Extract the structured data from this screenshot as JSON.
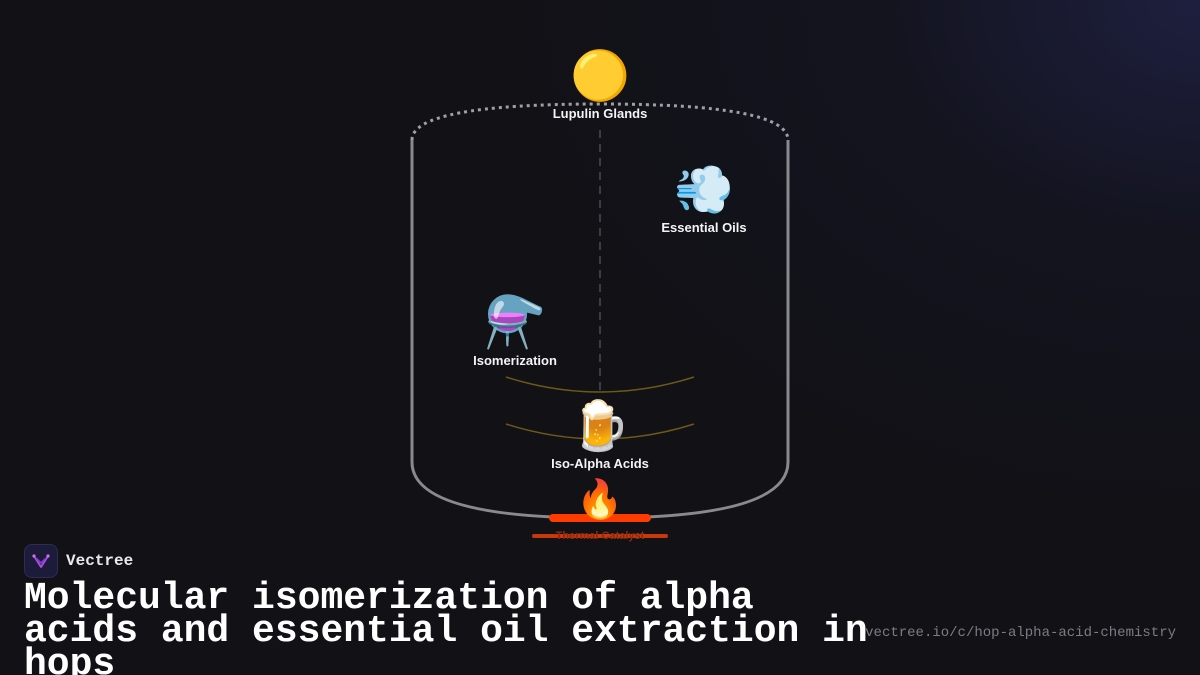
{
  "diagram": {
    "nodes": [
      {
        "id": "lupulin",
        "label": "Lupulin Glands",
        "icon": "yellow-circle-icon",
        "glyph": "🟡"
      },
      {
        "id": "oils",
        "label": "Essential Oils",
        "icon": "dashing-away-icon",
        "glyph": "💨"
      },
      {
        "id": "isomerization",
        "label": "Isomerization",
        "icon": "flask-icon",
        "glyph": "⚗️"
      },
      {
        "id": "iso_alpha",
        "label": "Iso-Alpha Acids",
        "icon": "beer-mug-icon",
        "glyph": "🍺"
      }
    ],
    "catalyst": {
      "label": "Thermal Catalyst",
      "icon": "fire-icon",
      "glyph": "🔥"
    },
    "colors": {
      "vessel": "#8a8a8e",
      "heat": "#ff3c00",
      "ripples": "#6b5a1a",
      "background": "#111116"
    }
  },
  "brand": {
    "name": "Vectree",
    "icon": "vectree-logo-icon"
  },
  "title": "Molecular isomerization of alpha acids and essential oil extraction in hops",
  "url": "vectree.io/c/hop-alpha-acid-chemistry"
}
